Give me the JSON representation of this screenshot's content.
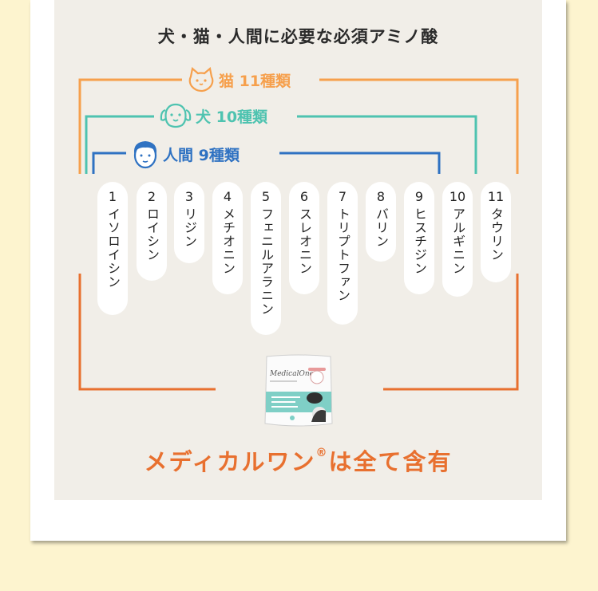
{
  "title": "犬・猫・人間に必要な必須アミノ酸",
  "groups": {
    "cat": {
      "label": "猫 11種類",
      "color": "#f6a04d",
      "icon": "cat-face-icon"
    },
    "dog": {
      "label": "犬 10種類",
      "color": "#4ec3b0",
      "icon": "dog-face-icon"
    },
    "human": {
      "label": "人間 9種類",
      "color": "#2f72c2",
      "icon": "human-face-icon"
    }
  },
  "amino_acids": [
    {
      "num": "1",
      "name": "イソロイシン"
    },
    {
      "num": "2",
      "name": "ロイシン"
    },
    {
      "num": "3",
      "name": "リジン"
    },
    {
      "num": "4",
      "name": "メチオニン"
    },
    {
      "num": "5",
      "name": "フェニルアラニン"
    },
    {
      "num": "6",
      "name": "スレオニン"
    },
    {
      "num": "7",
      "name": "トリプトファン"
    },
    {
      "num": "8",
      "name": "バリン"
    },
    {
      "num": "9",
      "name": "ヒスチジン"
    },
    {
      "num": "10",
      "name": "アルギニン"
    },
    {
      "num": "11",
      "name": "タウリン"
    }
  ],
  "product": {
    "brand": "MedicalOne",
    "icon": "product-pouch-image"
  },
  "footer": {
    "text": "メディカルワン",
    "mark": "®",
    "suffix": "は全て含有",
    "color": "#e8702f"
  }
}
